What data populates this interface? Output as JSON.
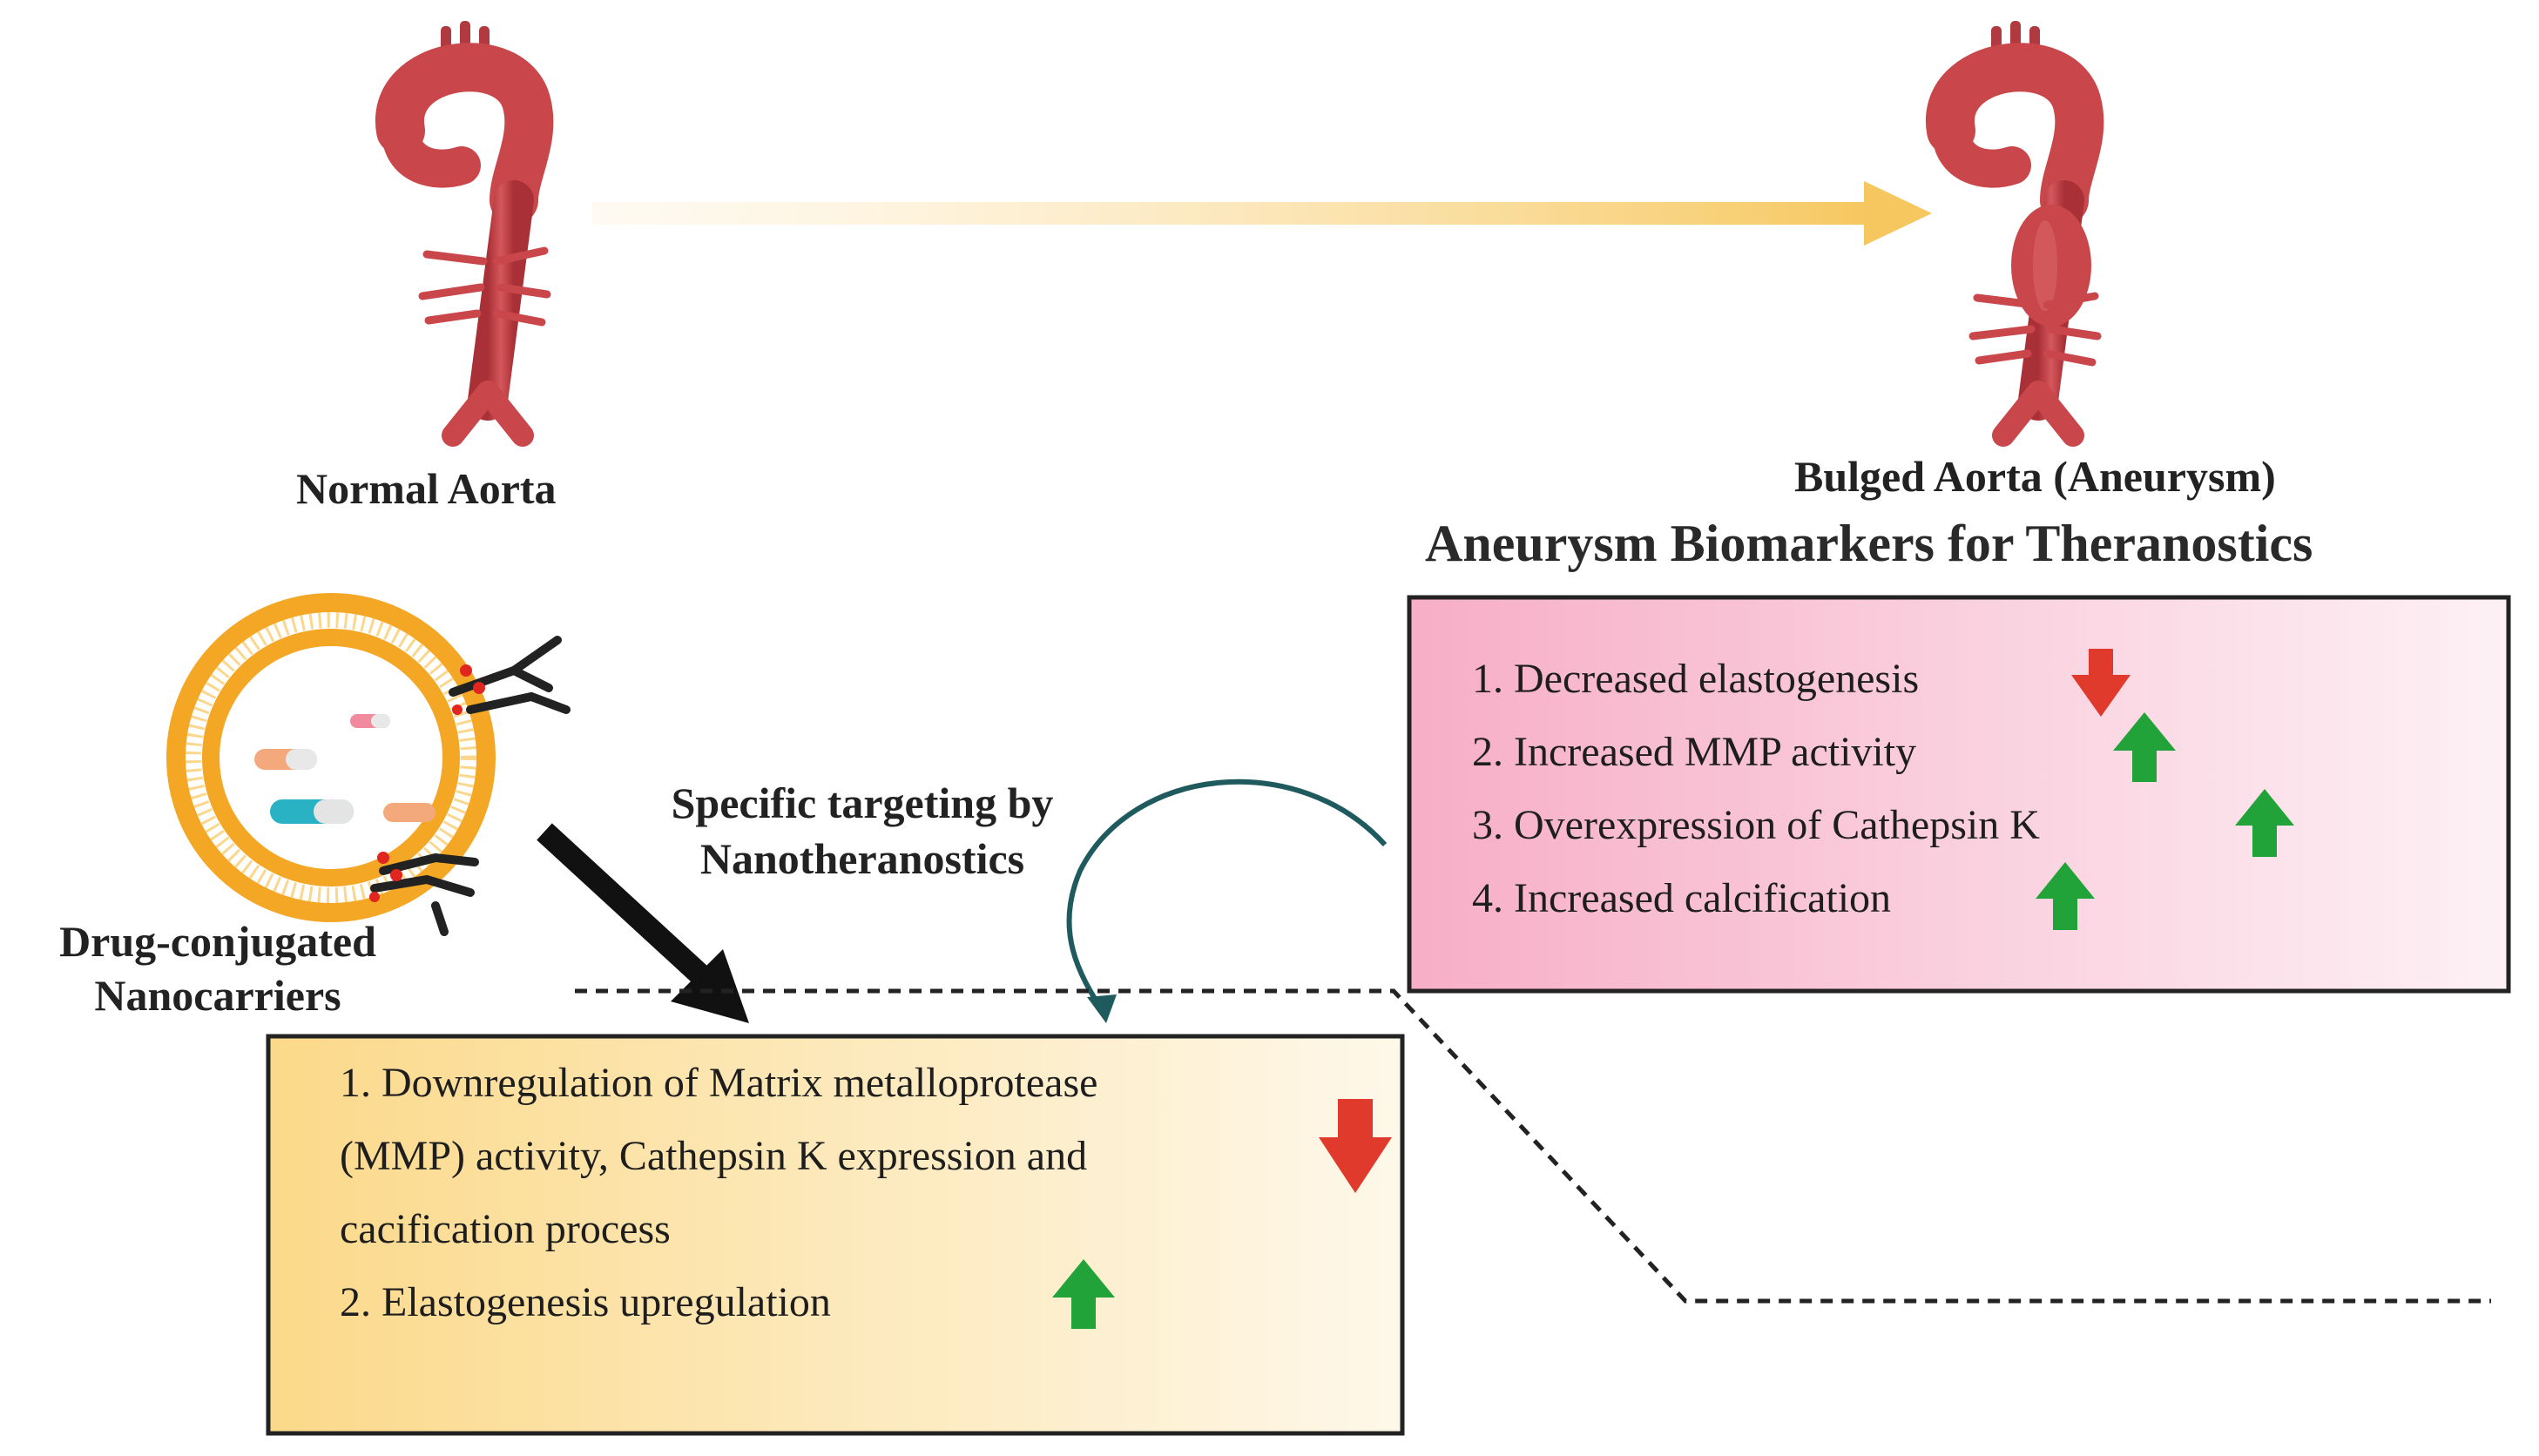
{
  "labels": {
    "normal_aorta": "Normal Aorta",
    "bulged_aorta": "Bulged Aorta (Aneurysm)",
    "nanocarriers": "Drug-conjugated Nanocarriers",
    "targeting": "Specific targeting by Nanotheranostics"
  },
  "biomarker_panel": {
    "title": "Aneurysm Biomarkers for Theranostics",
    "items": [
      {
        "text": "1. Decreased elastogenesis",
        "trend": "down"
      },
      {
        "text": "2. Increased MMP activity",
        "trend": "up"
      },
      {
        "text": "3. Overexpression of Cathepsin K",
        "trend": "up"
      },
      {
        "text": "4. Increased calcification",
        "trend": "up"
      }
    ]
  },
  "therapy_panel": {
    "lines": [
      "1. Downregulation of Matrix metalloprotease",
      "(MMP) activity, Cathepsin K expression and",
      "cacification process",
      "2. Elastogenesis upregulation"
    ],
    "trends": [
      "down",
      "up"
    ]
  },
  "colors": {
    "aorta": "#c9474b",
    "aorta_dark": "#8f2a2e",
    "arrow_up": "#22a33a",
    "arrow_down": "#e03a2c",
    "transition_arrow": "#f6c75e",
    "nanocarrier": "#f4a625",
    "biomarker_panel_bg": "#f7b7cc",
    "therapy_panel_bg": "#fbe2a3"
  },
  "icons": [
    "normal-aorta-icon",
    "aneurysm-aorta-icon",
    "nanocarrier-liposome-icon",
    "antibody-icon",
    "drug-capsule-icon"
  ]
}
